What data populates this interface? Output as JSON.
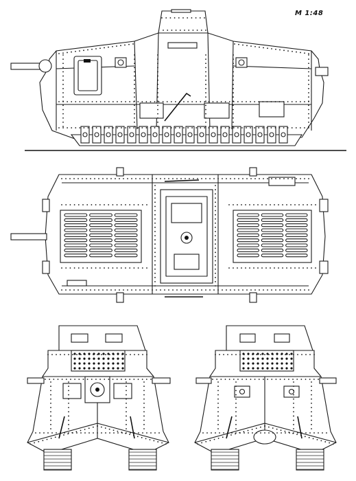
{
  "drawing": {
    "scale_label": "M 1:48",
    "views": [
      {
        "name": "side-view"
      },
      {
        "name": "top-view"
      },
      {
        "name": "front-view"
      },
      {
        "name": "rear-view"
      }
    ]
  },
  "colors": {
    "ink": "#111111",
    "paper": "#ffffff"
  }
}
